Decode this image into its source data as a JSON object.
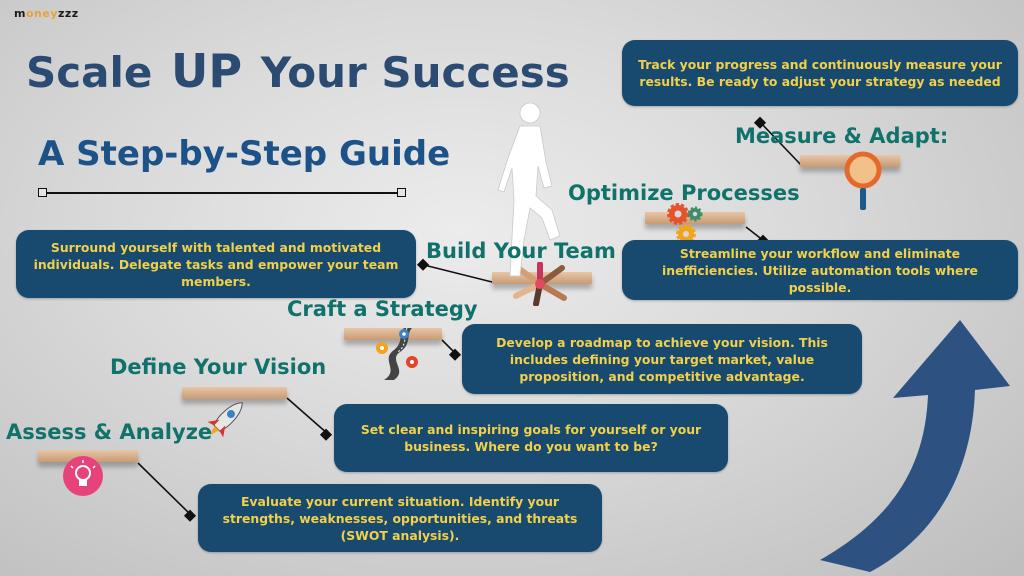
{
  "brand": {
    "prefix": "m",
    "middle": "oney",
    "suffix": "zzz"
  },
  "title": {
    "part1": "Scale",
    "up": "UP",
    "part2": "Your Success"
  },
  "subtitle": "A Step-by-Step Guide",
  "steps": [
    {
      "label": "Assess & Analyze",
      "text": "Evaluate your current situation. Identify your strengths, weaknesses, opportunities, and threats (SWOT analysis)."
    },
    {
      "label": "Define Your Vision",
      "text": "Set clear and inspiring goals for yourself or your business. Where do you want to be?"
    },
    {
      "label": "Craft a Strategy",
      "text": "Develop a roadmap to achieve your vision. This includes defining your target market, value proposition, and competitive advantage."
    },
    {
      "label": "Build Your Team",
      "text": "Surround yourself with talented and motivated individuals. Delegate tasks and empower your team members."
    },
    {
      "label": "Optimize Processes",
      "text": "Streamline your workflow and eliminate inefficiencies. Utilize automation tools where possible."
    },
    {
      "label": "Measure & Adapt:",
      "text": "Track your progress and continuously measure your results. Be ready to adjust your strategy as needed"
    }
  ],
  "colors": {
    "box_bg": "#174a6e",
    "box_text": "#f2d04a",
    "label": "#11726c",
    "title": "#2c4b73",
    "arrow": "#2d5180"
  },
  "icons": [
    "lightbulb-icon",
    "rocket-icon",
    "map-pin-road-icon",
    "team-hands-icon",
    "gears-icon",
    "magnifier-icon",
    "climbing-person-icon",
    "growth-arrow-icon"
  ]
}
